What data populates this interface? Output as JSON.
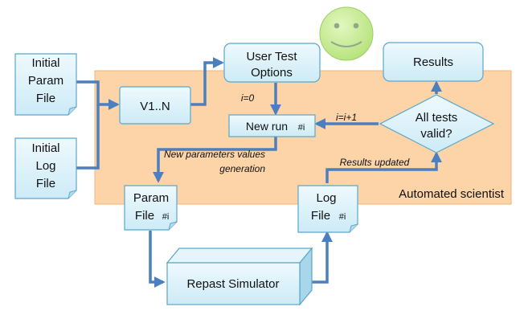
{
  "nodes": {
    "initial_param_file": {
      "line1": "Initial",
      "line2": "Param",
      "line3": "File"
    },
    "initial_log_file": {
      "line1": "Initial",
      "line2": "Log",
      "line3": "File"
    },
    "v1n": {
      "label": "V1..N"
    },
    "user_test_options": {
      "line1": "User Test",
      "line2": "Options"
    },
    "results": {
      "label": "Results"
    },
    "new_run": {
      "label": "New run",
      "suffix": "#i"
    },
    "all_tests_valid": {
      "line1": "All tests",
      "line2": "valid?"
    },
    "param_file_i": {
      "line1": "Param",
      "line2": "File",
      "suffix": "#i"
    },
    "log_file_i": {
      "line1": "Log",
      "line2": "File",
      "suffix": "#i"
    },
    "repast_simulator": {
      "label": "Repast Simulator"
    }
  },
  "annotations": {
    "i_init": "i=0",
    "i_incr": "i=i+1",
    "new_params_line1": "New parameters values",
    "new_params_line2": "generation",
    "results_updated": "Results updated"
  },
  "region": {
    "label": "Automated scientist"
  },
  "colors": {
    "region_fill": "#fcd4a8",
    "node_fill": "#daf2fa",
    "node_stroke": "#5aa6cc",
    "arrow": "#4a7fc0",
    "smiley": "#c9ed9a"
  }
}
